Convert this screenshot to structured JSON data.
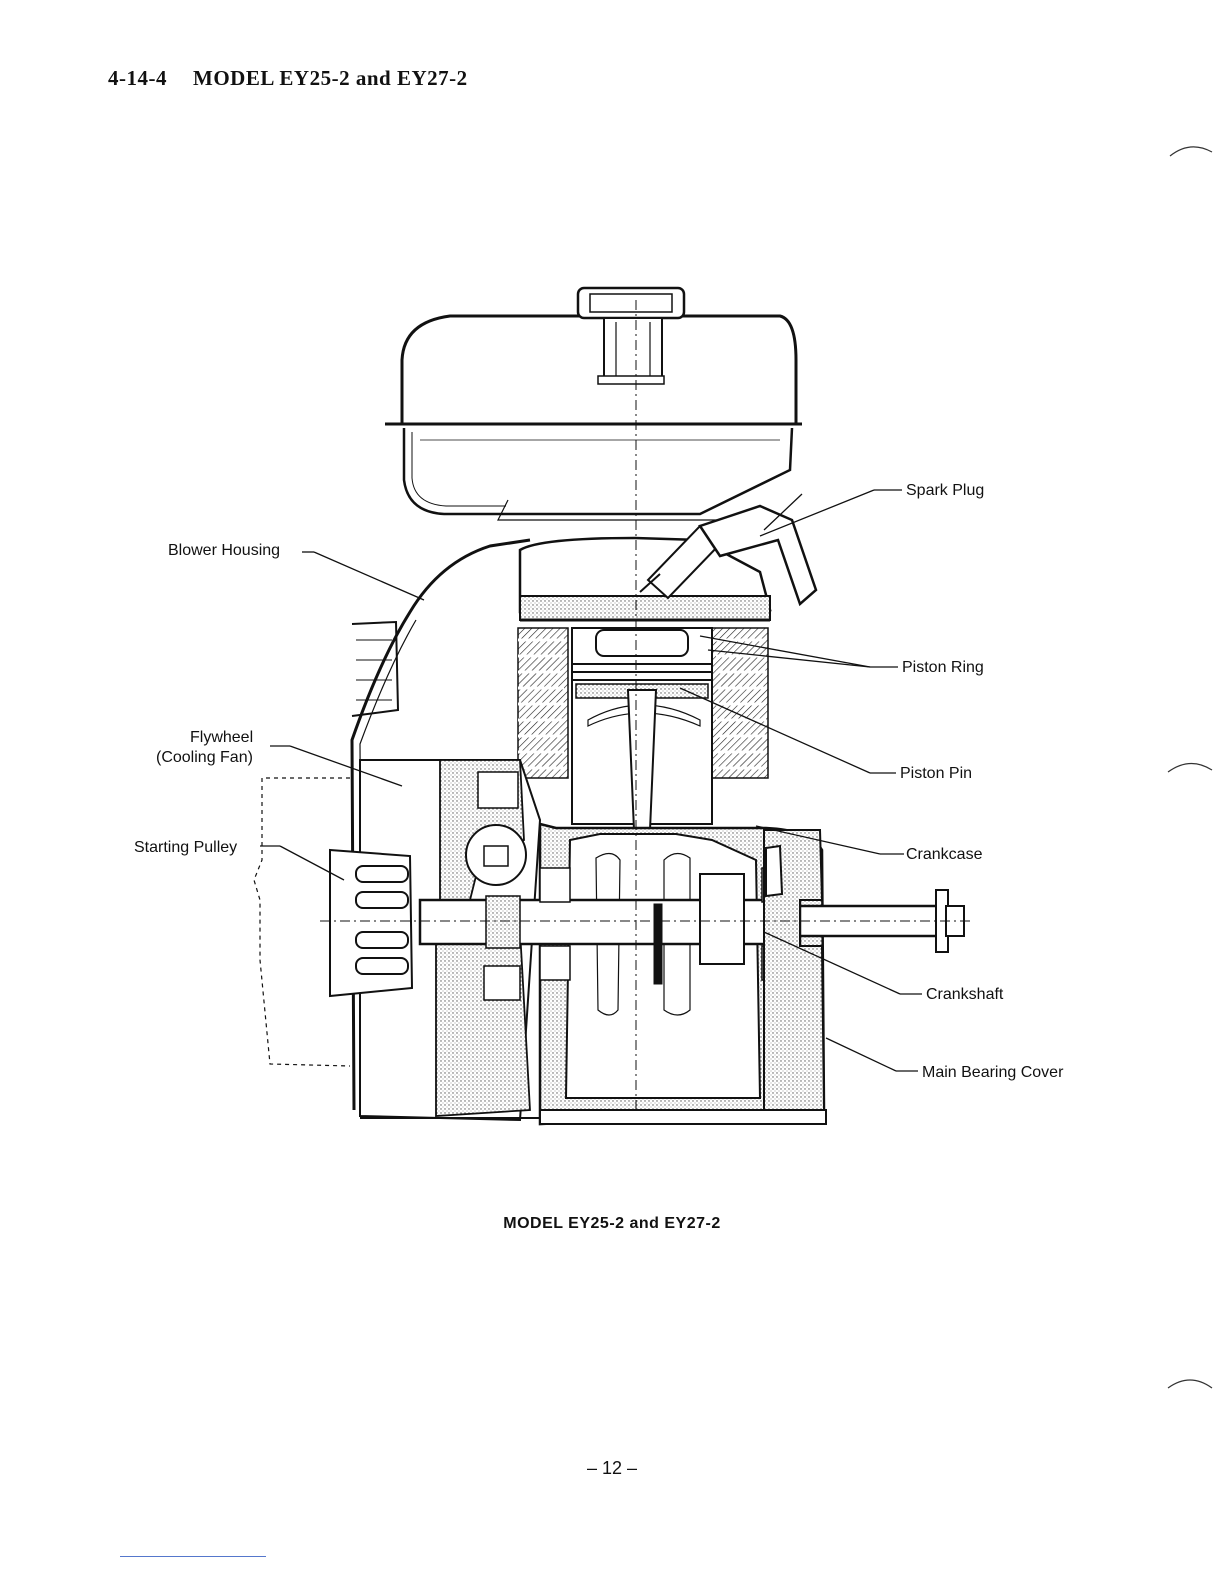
{
  "heading": {
    "section": "4-14-4",
    "title": "MODEL EY25-2 and EY27-2"
  },
  "labels": {
    "spark_plug": "Spark Plug",
    "blower_housing": "Blower Housing",
    "piston_ring": "Piston Ring",
    "flywheel_1": "Flywheel",
    "flywheel_2": "(Cooling Fan)",
    "piston_pin": "Piston Pin",
    "starting_pulley": "Starting Pulley",
    "crankcase": "Crankcase",
    "crankshaft": "Crankshaft",
    "main_bearing_cover": "Main Bearing Cover"
  },
  "caption": "MODEL EY25-2 and EY27-2",
  "page_number": "– 12 –"
}
